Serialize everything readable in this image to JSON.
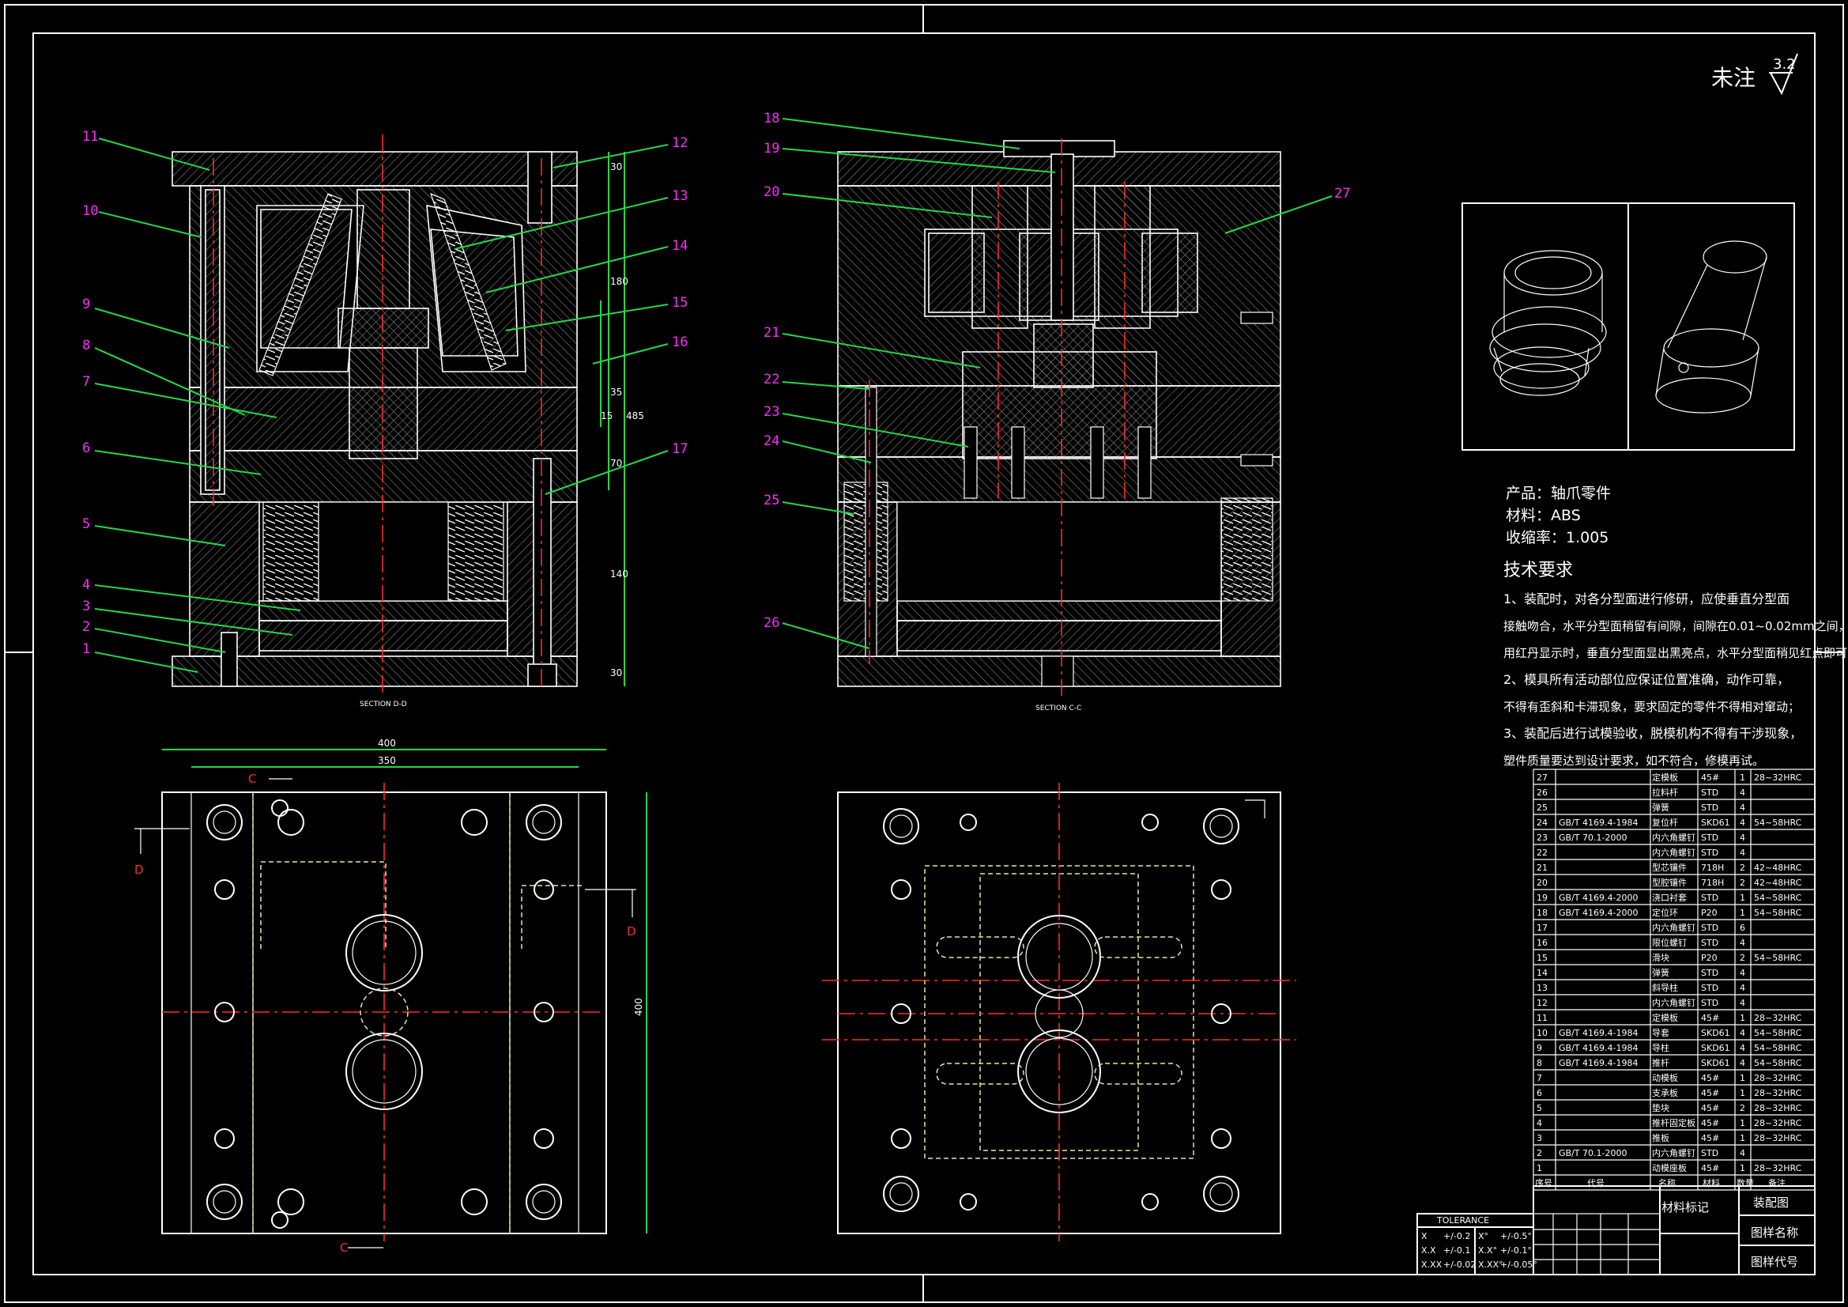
{
  "surface_note": {
    "label": "未注",
    "value": "3.2"
  },
  "balloons_left": [
    "11",
    "10",
    "9",
    "8",
    "7",
    "6",
    "5",
    "4",
    "3",
    "2",
    "1"
  ],
  "balloons_left_right": [
    "12",
    "13",
    "14",
    "15",
    "16",
    "17"
  ],
  "balloons_mid": [
    "18",
    "19",
    "20",
    "21",
    "22",
    "23",
    "24",
    "25",
    "26"
  ],
  "balloons_mid_right": [
    "27"
  ],
  "dims_left_vertical": [
    "30",
    "180",
    "35",
    "15",
    "485",
    "70",
    "140",
    "30"
  ],
  "dims_bottom": {
    "w400": "400",
    "w350": "350",
    "h400": "400"
  },
  "section_labels": {
    "left": "SECTION D-D",
    "right": "SECTION C-C"
  },
  "view_marks": {
    "c_top": "C",
    "c_bottom": "C",
    "d_left": "D",
    "d_right": "D"
  },
  "product": {
    "name_line": "产品：轴爪零件",
    "material_line": "材料：ABS",
    "shrink_line": "收缩率：1.005"
  },
  "tech_req": {
    "title": "技术要求",
    "lines": [
      "1、装配时，对各分型面进行修研，应使垂直分型面",
      "接触吻合，水平分型面稍留有间隙，间隙在0.01~0.02mm之间，",
      "用红丹显示时，垂直分型面显出黑亮点，水平分型面稍见红点即可；",
      "2、模具所有活动部位应保证位置准确，动作可靠，",
      "不得有歪斜和卡滞现象，要求固定的零件不得相对窜动；",
      "3、装配后进行试模验收，脱模机构不得有干涉现象，",
      "塑件质量要达到设计要求，如不符合，修模再试。"
    ]
  },
  "bom": {
    "header": [
      "序号",
      "代号",
      "名称",
      "材料",
      "数量",
      "备注"
    ],
    "rows": [
      [
        "27",
        "",
        "定模板",
        "45#",
        "1",
        "28~32HRC"
      ],
      [
        "26",
        "",
        "拉料杆",
        "STD",
        "4",
        ""
      ],
      [
        "25",
        "",
        "弹簧",
        "STD",
        "4",
        ""
      ],
      [
        "24",
        "GB/T 4169.4-1984",
        "复位杆",
        "SKD61",
        "4",
        "54~58HRC"
      ],
      [
        "23",
        "GB/T 70.1-2000",
        "内六角螺钉",
        "STD",
        "4",
        ""
      ],
      [
        "22",
        "",
        "内六角螺钉",
        "STD",
        "4",
        ""
      ],
      [
        "21",
        "",
        "型芯镶件",
        "718H",
        "2",
        "42~48HRC"
      ],
      [
        "20",
        "",
        "型腔镶件",
        "718H",
        "2",
        "42~48HRC"
      ],
      [
        "19",
        "GB/T 4169.4-2000",
        "浇口衬套",
        "STD",
        "1",
        "54~58HRC"
      ],
      [
        "18",
        "GB/T 4169.4-2000",
        "定位环",
        "P20",
        "1",
        "54~58HRC"
      ],
      [
        "17",
        "",
        "内六角螺钉",
        "STD",
        "6",
        ""
      ],
      [
        "16",
        "",
        "限位螺钉",
        "STD",
        "4",
        ""
      ],
      [
        "15",
        "",
        "滑块",
        "P20",
        "2",
        "54~58HRC"
      ],
      [
        "14",
        "",
        "弹簧",
        "STD",
        "4",
        ""
      ],
      [
        "13",
        "",
        "斜导柱",
        "STD",
        "4",
        ""
      ],
      [
        "12",
        "",
        "内六角螺钉",
        "STD",
        "4",
        ""
      ],
      [
        "11",
        "",
        "定模板",
        "45#",
        "1",
        "28~32HRC"
      ],
      [
        "10",
        "GB/T 4169.4-1984",
        "导套",
        "SKD61",
        "4",
        "54~58HRC"
      ],
      [
        "9",
        "GB/T 4169.4-1984",
        "导柱",
        "SKD61",
        "4",
        "54~58HRC"
      ],
      [
        "8",
        "GB/T 4169.4-1984",
        "推杆",
        "SKD61",
        "4",
        "54~58HRC"
      ],
      [
        "7",
        "",
        "动模板",
        "45#",
        "1",
        "28~32HRC"
      ],
      [
        "6",
        "",
        "支承板",
        "45#",
        "1",
        "28~32HRC"
      ],
      [
        "5",
        "",
        "垫块",
        "45#",
        "2",
        "28~32HRC"
      ],
      [
        "4",
        "",
        "推杆固定板",
        "45#",
        "1",
        "28~32HRC"
      ],
      [
        "3",
        "",
        "推板",
        "45#",
        "1",
        "28~32HRC"
      ],
      [
        "2",
        "GB/T 70.1-2000",
        "内六角螺钉",
        "STD",
        "4",
        ""
      ],
      [
        "1",
        "",
        "动模座板",
        "45#",
        "1",
        "28~32HRC"
      ]
    ]
  },
  "title_block": {
    "material_mark": "材料标记",
    "drawing_type": "装配图",
    "drawing_name": "图样名称",
    "drawing_code": "图样代号"
  },
  "tolerance": {
    "title": "TOLERANCE",
    "rows": [
      [
        "X",
        "+/-0.2",
        "X°",
        "+/-0.5°"
      ],
      [
        "X.X",
        "+/-0.1",
        "X.X°",
        "+/-0.1°"
      ],
      [
        "X.XX",
        "+/-0.02",
        "X.XX°",
        "+/-0.05°"
      ]
    ]
  }
}
